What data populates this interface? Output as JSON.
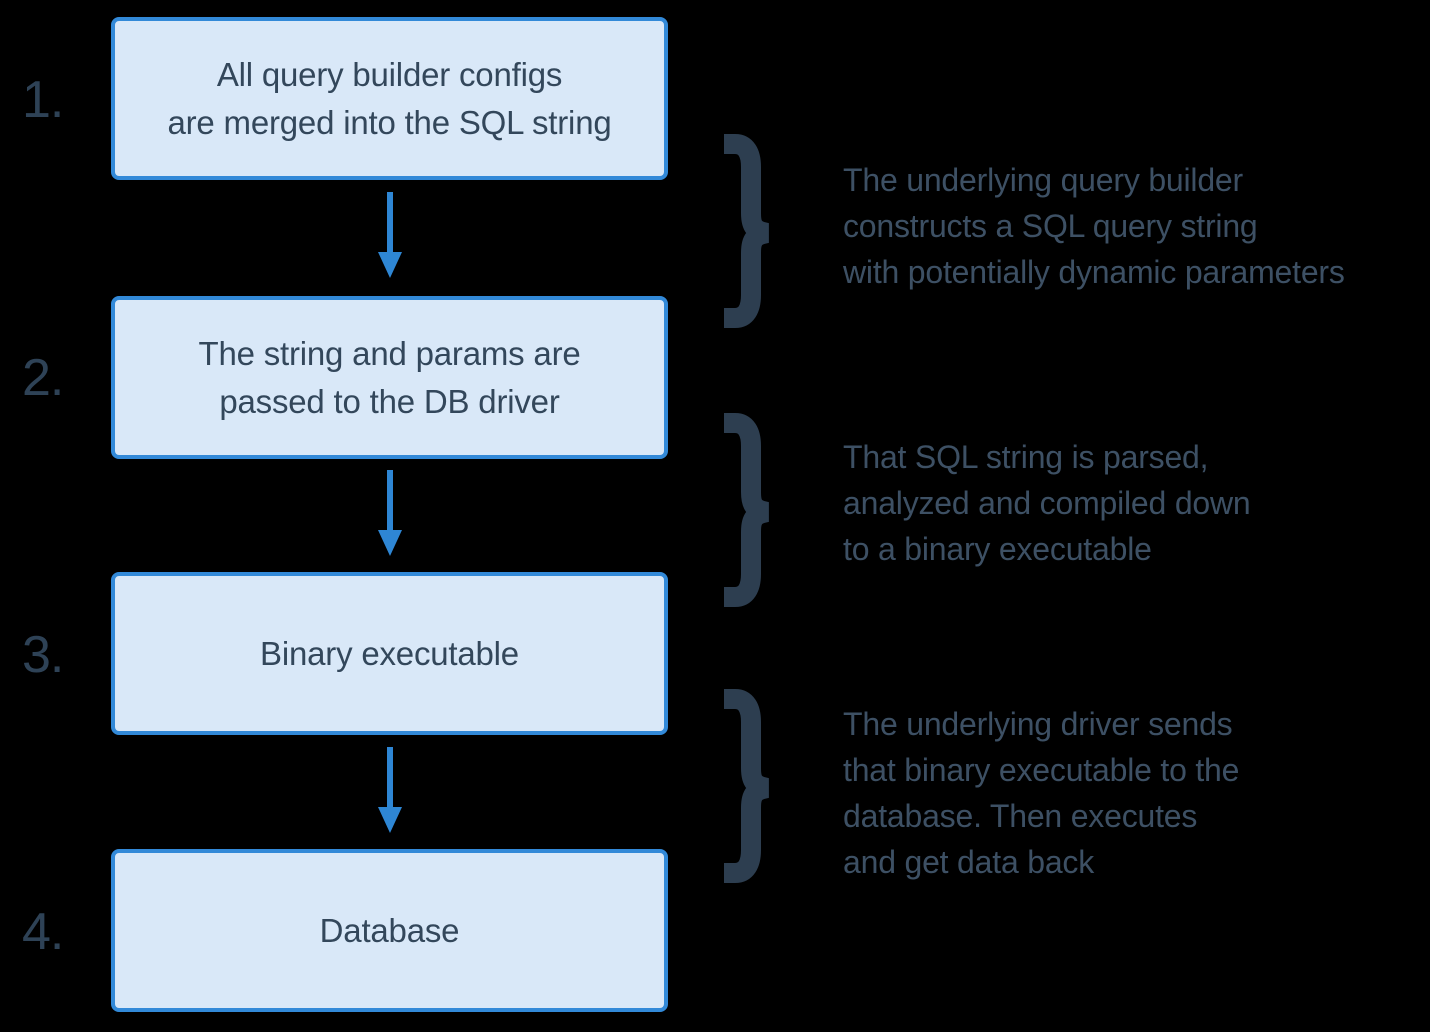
{
  "colors": {
    "background": "#000000",
    "box_fill": "#d9e8f8",
    "box_border": "#3289d8",
    "box_text": "#33475b",
    "number_text": "#2e4256",
    "arrow": "#2e86d4",
    "brace": "#2d3e50",
    "annotation_text": "#3d5064"
  },
  "icons": {
    "arrow": "arrow-down-icon",
    "brace": "right-curly-brace-icon"
  },
  "steps": [
    {
      "number": "1.",
      "box_lines": [
        "All query builder configs",
        "are merged into the SQL string"
      ]
    },
    {
      "number": "2.",
      "box_lines": [
        "The string and params are",
        "passed to the DB driver"
      ]
    },
    {
      "number": "3.",
      "box_lines": [
        "Binary executable"
      ]
    },
    {
      "number": "4.",
      "box_lines": [
        "Database"
      ]
    }
  ],
  "annotations": [
    {
      "lines": [
        "The underlying query builder",
        "constructs a SQL query string",
        "with potentially dynamic parameters"
      ]
    },
    {
      "lines": [
        "That SQL string is parsed,",
        "analyzed and compiled down",
        "to a binary executable"
      ]
    },
    {
      "lines": [
        "The underlying driver sends",
        "that binary executable to the",
        "database. Then executes",
        "and get data back"
      ]
    }
  ]
}
